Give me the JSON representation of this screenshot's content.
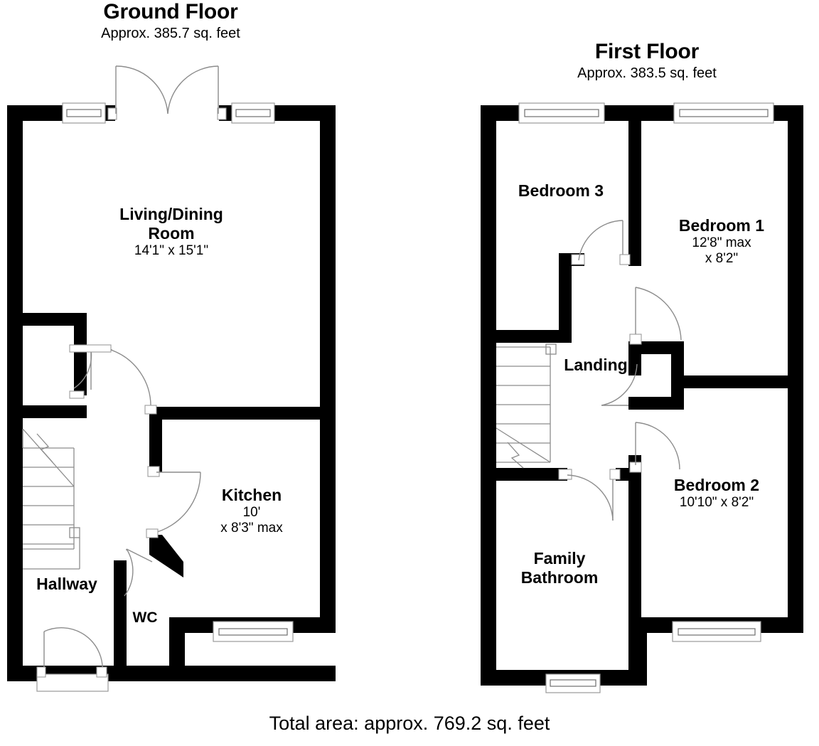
{
  "document": {
    "type": "floor-plan",
    "total_area_label": "Total area: approx. 769.2 sq. feet"
  },
  "floors": [
    {
      "id": "ground",
      "title": "Ground Floor",
      "area_label": "Approx. 385.7 sq. feet",
      "rooms": [
        {
          "id": "living-dining",
          "name": "Living/Dining\nRoom",
          "dims": "14'1\" x 15'1\""
        },
        {
          "id": "kitchen",
          "name": "Kitchen",
          "dims": "10'\nx 8'3\" max"
        },
        {
          "id": "hallway",
          "name": "Hallway",
          "dims": ""
        },
        {
          "id": "wc",
          "name": "WC",
          "dims": ""
        }
      ]
    },
    {
      "id": "first",
      "title": "First Floor",
      "area_label": "Approx. 383.5 sq. feet",
      "rooms": [
        {
          "id": "bedroom-3",
          "name": "Bedroom 3",
          "dims": ""
        },
        {
          "id": "bedroom-1",
          "name": "Bedroom 1",
          "dims": "12'8\" max\nx 8'2\""
        },
        {
          "id": "bedroom-2",
          "name": "Bedroom 2",
          "dims": "10'10\" x 8'2\""
        },
        {
          "id": "landing",
          "name": "Landing",
          "dims": ""
        },
        {
          "id": "family-bathroom",
          "name": "Family\nBathroom",
          "dims": ""
        }
      ]
    }
  ],
  "colors": {
    "wall": "#000000",
    "background": "#ffffff",
    "line": "#8c8c8c",
    "text": "#000000"
  }
}
